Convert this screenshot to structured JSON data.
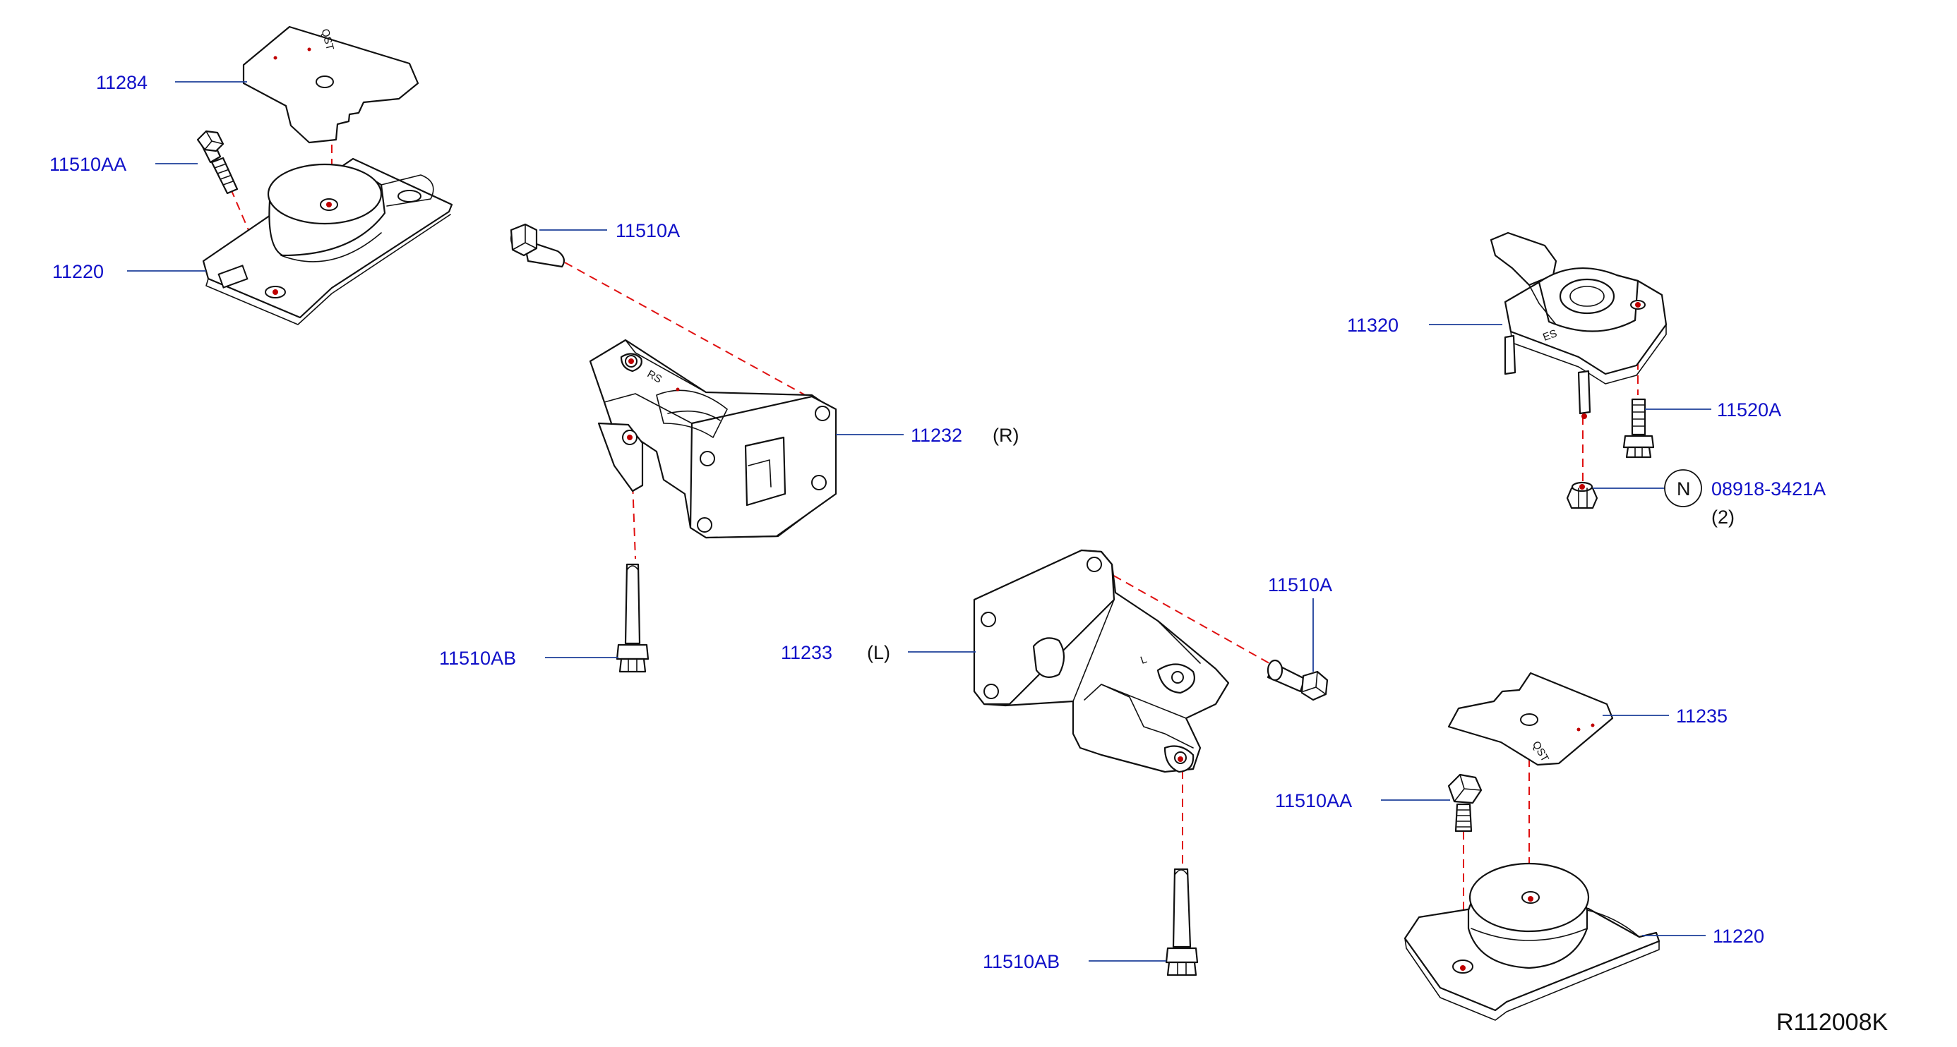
{
  "labels": {
    "p11284": "11284",
    "p11510AA_top": "11510AA",
    "p11220_top": "11220",
    "p11510A_top": "11510A",
    "p11232": "11232",
    "p11232_side": "(R)",
    "p11510AB_left": "11510AB",
    "p11233": "11233",
    "p11233_side": "(L)",
    "p11510A_mid": "11510A",
    "p11510AB_bottom": "11510AB",
    "p11320": "11320",
    "p11520A": "11520A",
    "n_circle": "N",
    "p08918": "08918-3421A",
    "qty": "(2)",
    "p11235": "11235",
    "p11510AA_bottom": "11510AA",
    "p11220_bottom": "11220"
  },
  "stamps": {
    "plate_top": "QST",
    "plate_bottom": "QST",
    "bracket_r": "RS",
    "bracket_l": "L",
    "mount_r": "ES"
  },
  "reference": "R112008K",
  "colors": {
    "label_text": "#1010c8",
    "leader_line": "#1d3f9a",
    "centerline": "#e01010",
    "outline": "#111111"
  }
}
